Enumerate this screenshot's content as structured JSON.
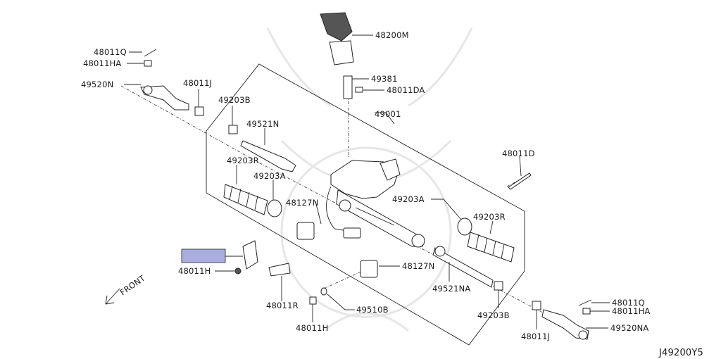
{
  "diagram_id": "J49200Y5",
  "front_label": "FRONT",
  "callouts": {
    "c48200M": "48200M",
    "c49381": "49381",
    "c48011DA": "48011DA",
    "c49001": "49001",
    "c48011D": "48011D",
    "c48011Q_l": "48011Q",
    "c48011HA_l": "48011HA",
    "c49520N": "49520N",
    "c48011J_l": "48011J",
    "c49203B_l": "49203B",
    "c49521N": "49521N",
    "c49203R_l": "49203R",
    "c49203A_l": "49203A",
    "c48127N_u": "48127N",
    "c48011H_l": "48011H",
    "c48011R": "48011R",
    "c48011H_b": "48011H",
    "c49510B": "49510B",
    "c48127N_b": "48127N",
    "c49521NA": "49521NA",
    "c49203B_r": "49203B",
    "c49203A_r": "49203A",
    "c49203R_r": "49203R",
    "c48011J_r": "48011J",
    "c48011Q_r": "48011Q",
    "c48011HA_r": "48011HA",
    "c49520NA": "49520NA"
  },
  "highlight_color": "#a9aede"
}
